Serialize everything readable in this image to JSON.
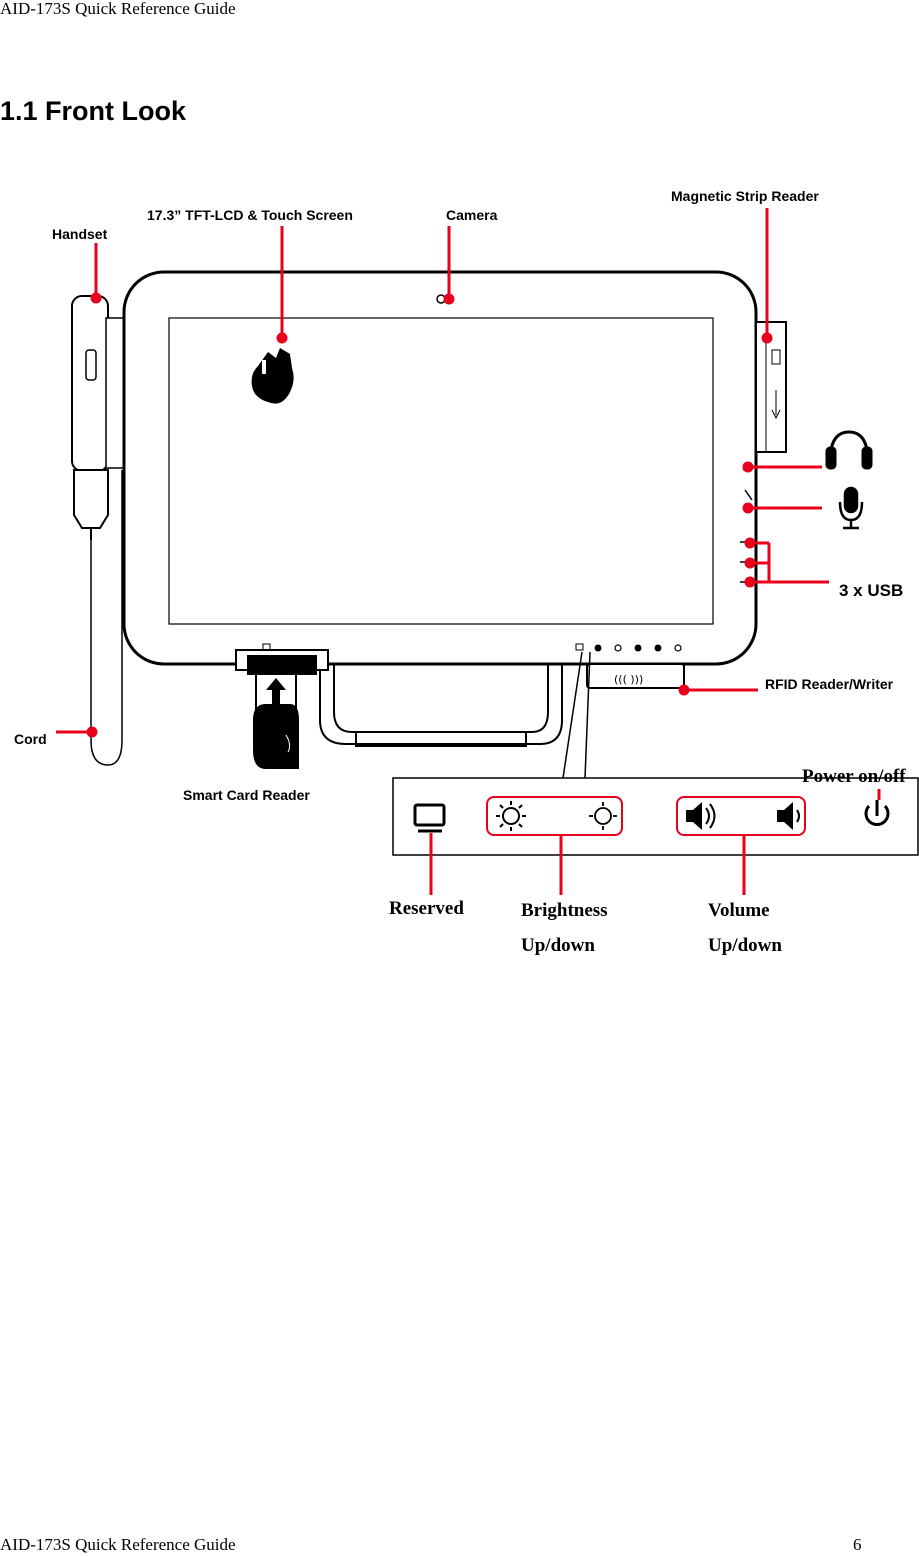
{
  "header": {
    "text": "AID-173S Quick Reference Guide"
  },
  "section": {
    "title": "1.1 Front Look"
  },
  "labels": {
    "handset": "Handset",
    "screen": "17.3” TFT-LCD & Touch Screen",
    "camera": "Camera",
    "msr": "Magnetic Strip Reader",
    "usb": "3 x USB",
    "rfid": "RFID Reader/Writer",
    "cord": "Cord",
    "smart_card": "Smart Card Reader",
    "power": "Power on/off",
    "reserved": "Reserved",
    "brightness_line1": "Brightness",
    "brightness_line2": "Up/down",
    "volume_line1": "Volume",
    "volume_line2": "Up/down"
  },
  "icons": [
    "headphone-icon",
    "microphone-icon",
    "monitor-icon",
    "brightness-up-icon",
    "brightness-down-icon",
    "volume-up-icon",
    "volume-down-icon",
    "power-icon",
    "touch-hand-icon",
    "rfid-icon"
  ],
  "colors": {
    "callout": "#e8001c",
    "outline": "#000000"
  },
  "footer": {
    "left": "AID-173S Quick Reference Guide",
    "page": "6"
  }
}
